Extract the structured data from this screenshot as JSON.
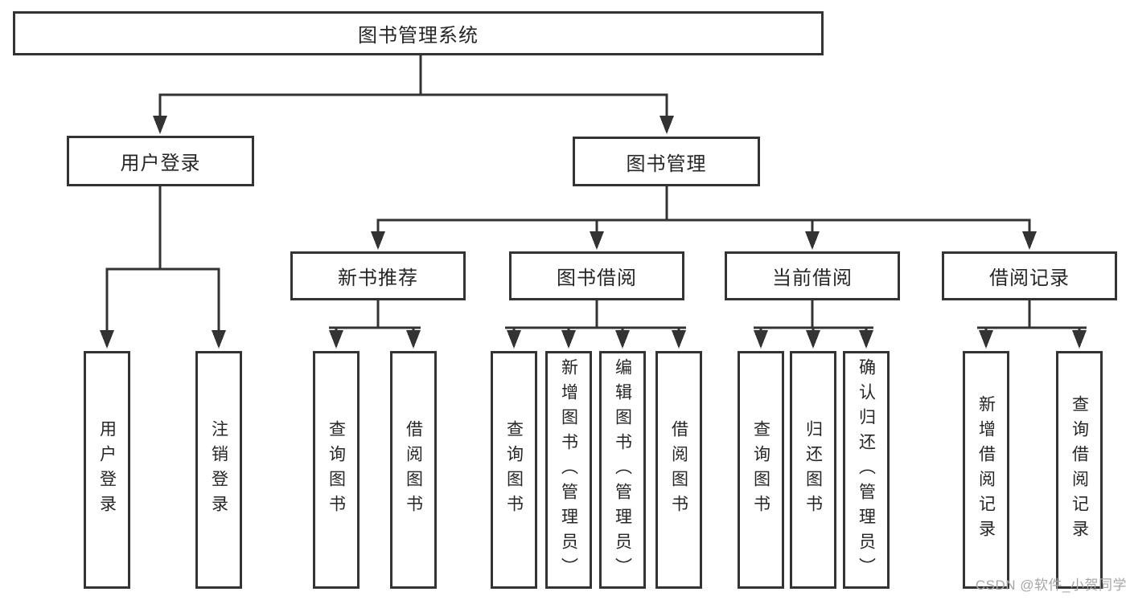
{
  "tree": {
    "label": "图书管理系统",
    "children": [
      {
        "label": "用户登录",
        "children": [
          {
            "label": "用户登录"
          },
          {
            "label": "注销登录"
          }
        ]
      },
      {
        "label": "图书管理",
        "children": [
          {
            "label": "新书推荐",
            "children": [
              {
                "label": "查询图书"
              },
              {
                "label": "借阅图书"
              }
            ]
          },
          {
            "label": "图书借阅",
            "children": [
              {
                "label": "查询图书"
              },
              {
                "label": "新增图书（管理员）"
              },
              {
                "label": "编辑图书（管理员）"
              },
              {
                "label": "借阅图书"
              }
            ]
          },
          {
            "label": "当前借阅",
            "children": [
              {
                "label": "查询图书"
              },
              {
                "label": "归还图书"
              },
              {
                "label": "确认归还（管理员）"
              }
            ]
          },
          {
            "label": "借阅记录",
            "children": [
              {
                "label": "新增借阅记录"
              },
              {
                "label": "查询借阅记录"
              }
            ]
          }
        ]
      }
    ]
  },
  "watermark": {
    "text": "CSDN @软件_小贺同学"
  },
  "colors": {
    "line": "#333333",
    "box_border": "#333333",
    "box_background": "#ffffff",
    "text": "#262626",
    "watermark": "#a6a6a6",
    "background": "#ffffff"
  }
}
